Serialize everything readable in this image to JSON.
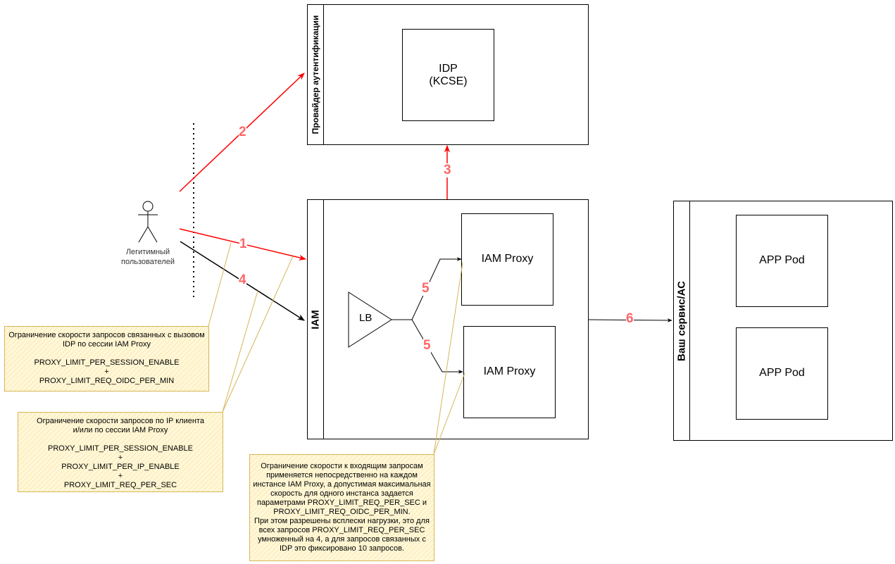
{
  "provider": {
    "title": "Провайдер аутентификации",
    "idp": "IDP\n(KCSE)"
  },
  "iam": {
    "title": "IAM",
    "lb": "LB",
    "proxy1": "IAM Proxy",
    "proxy2": "IAM Proxy"
  },
  "service": {
    "title": "Ваш сервис/АС",
    "pod1": "APP Pod",
    "pod2": "APP Pod"
  },
  "user": {
    "label": "Легитимный\nпользователей"
  },
  "steps": [
    "1",
    "2",
    "3",
    "4",
    "5",
    "5",
    "6"
  ],
  "notes": [
    "Ограничение скорости запросов связанных с вызовом IDP по сессии IAM Proxy\n\nPROXY_LIMIT_PER_SESSION_ENABLE\n+\nPROXY_LIMIT_REQ_OIDC_PER_MIN",
    "Ограничение скорости запросов по IP клиента\nи/или по сессии IAM Proxy\n\nPROXY_LIMIT_PER_SESSION_ENABLE\n+\nPROXY_LIMIT_PER_IP_ENABLE\n+\nPROXY_LIMIT_REQ_PER_SEC",
    "Ограничение скорости к входящим запросам применяется непосредственно на каждом инстансе IAM Proxy, а допустимая максимальная скорость для одного инстанса задается параметрами PROXY_LIMIT_REQ_PER_SEC и PROXY_LIMIT_REQ_OIDC_PER_MIN.\nПри этом разрешены всплески нагрузки, это для всех запросов PROXY_LIMIT_REQ_PER_SEC умноженный на 4, а для запросов связанных с IDP это фиксировано 10 запросов."
  ],
  "colors": {
    "red": "#ff0000",
    "label": "#ff6666",
    "note_border": "#d6b656"
  }
}
